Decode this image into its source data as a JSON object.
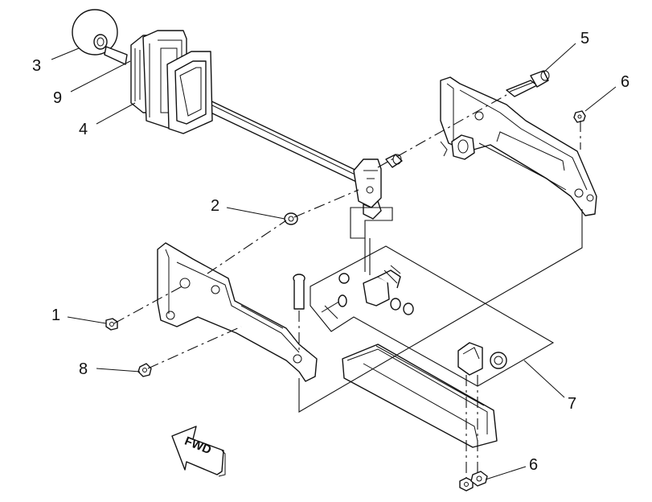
{
  "callouts": {
    "c1": "1",
    "c2": "2",
    "c3": "3",
    "c4": "4",
    "c5": "5",
    "c6_top": "6",
    "c6_bottom": "6",
    "c7": "7",
    "c8": "8",
    "c9": "9"
  },
  "fwd_label": "FWD"
}
